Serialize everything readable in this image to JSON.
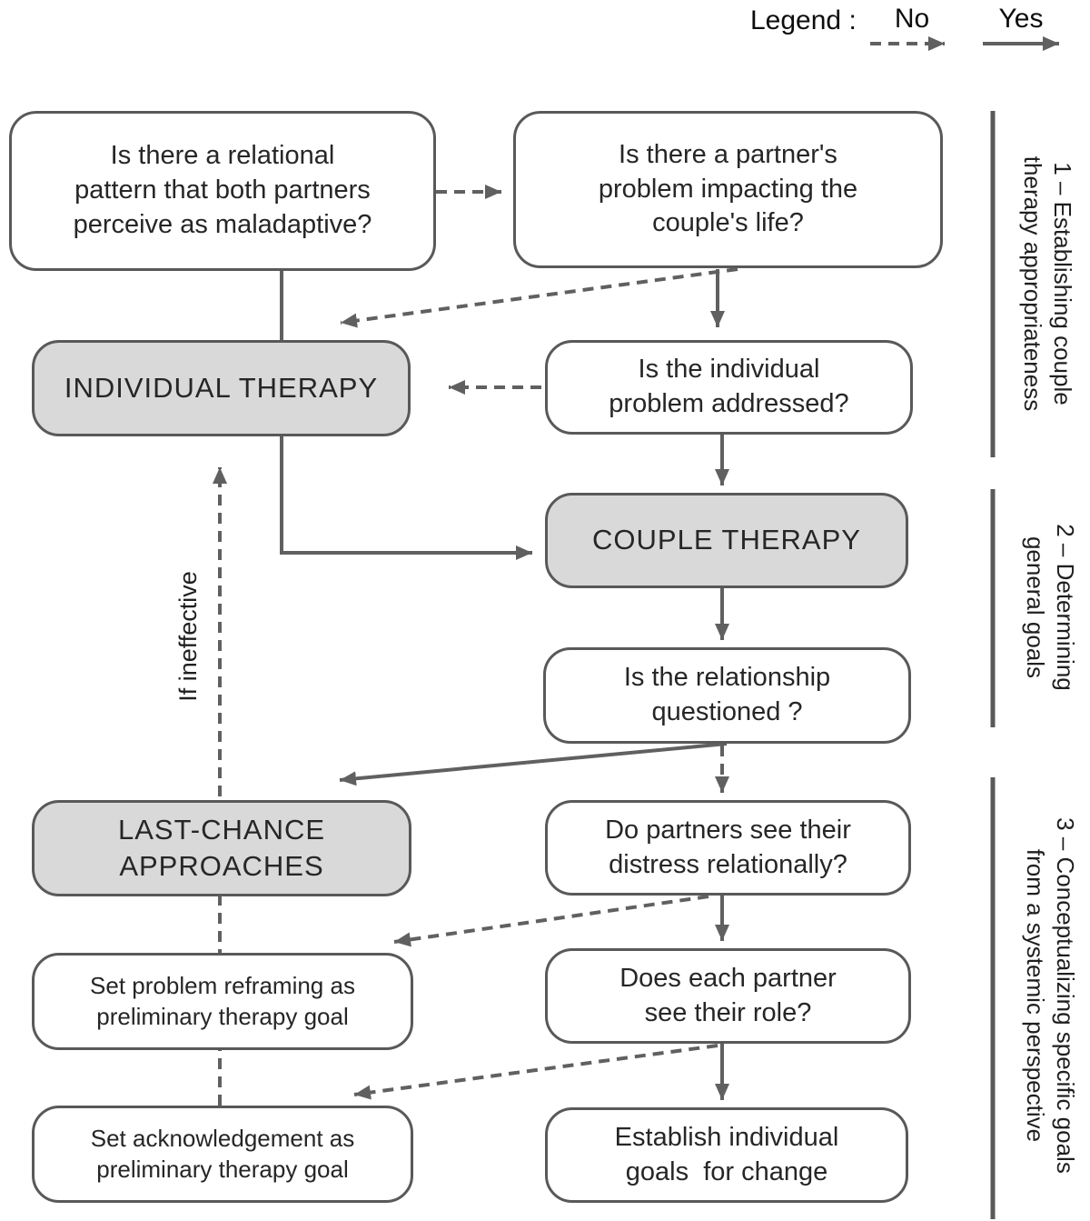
{
  "legend": {
    "title": "Legend :",
    "no_label": "No",
    "yes_label": "Yes"
  },
  "nodes": {
    "relational_pattern": "Is there a relational\npattern that both partners\nperceive as maladaptive?",
    "partners_problem": "Is there a partner's\nproblem impacting the\ncouple's life?",
    "individual_therapy": "INDIVIDUAL THERAPY",
    "individual_problem": "Is the individual\nproblem addressed?",
    "couple_therapy": "COUPLE THERAPY",
    "relationship_questioned": "Is the relationship\nquestioned ?",
    "last_chance": "LAST-CHANCE\nAPPROACHES",
    "distress_relationally": "Do partners see their\ndistress relationally?",
    "problem_reframing": "Set problem reframing as\npreliminary therapy goal",
    "partner_role": "Does each partner\nsee their role?",
    "acknowledgement": "Set acknowledgement as\npreliminary therapy goal",
    "individual_goals": "Establish individual\ngoals  for change"
  },
  "edge_labels": {
    "if_ineffective": "If ineffective"
  },
  "phases": {
    "phase1": "1 – Establishing couple\ntherapy appropriateness",
    "phase2": "2 – Determining\ngeneral goals",
    "phase3": "3 – Conceptualizing specific goals\nfrom a systemic perspective"
  },
  "colors": {
    "line": "#606060",
    "box_border": "#595959",
    "box_fill_gray": "#d9d9d9",
    "box_fill_white": "#ffffff",
    "text": "#262626",
    "legend_text": "#0d0d0d"
  }
}
